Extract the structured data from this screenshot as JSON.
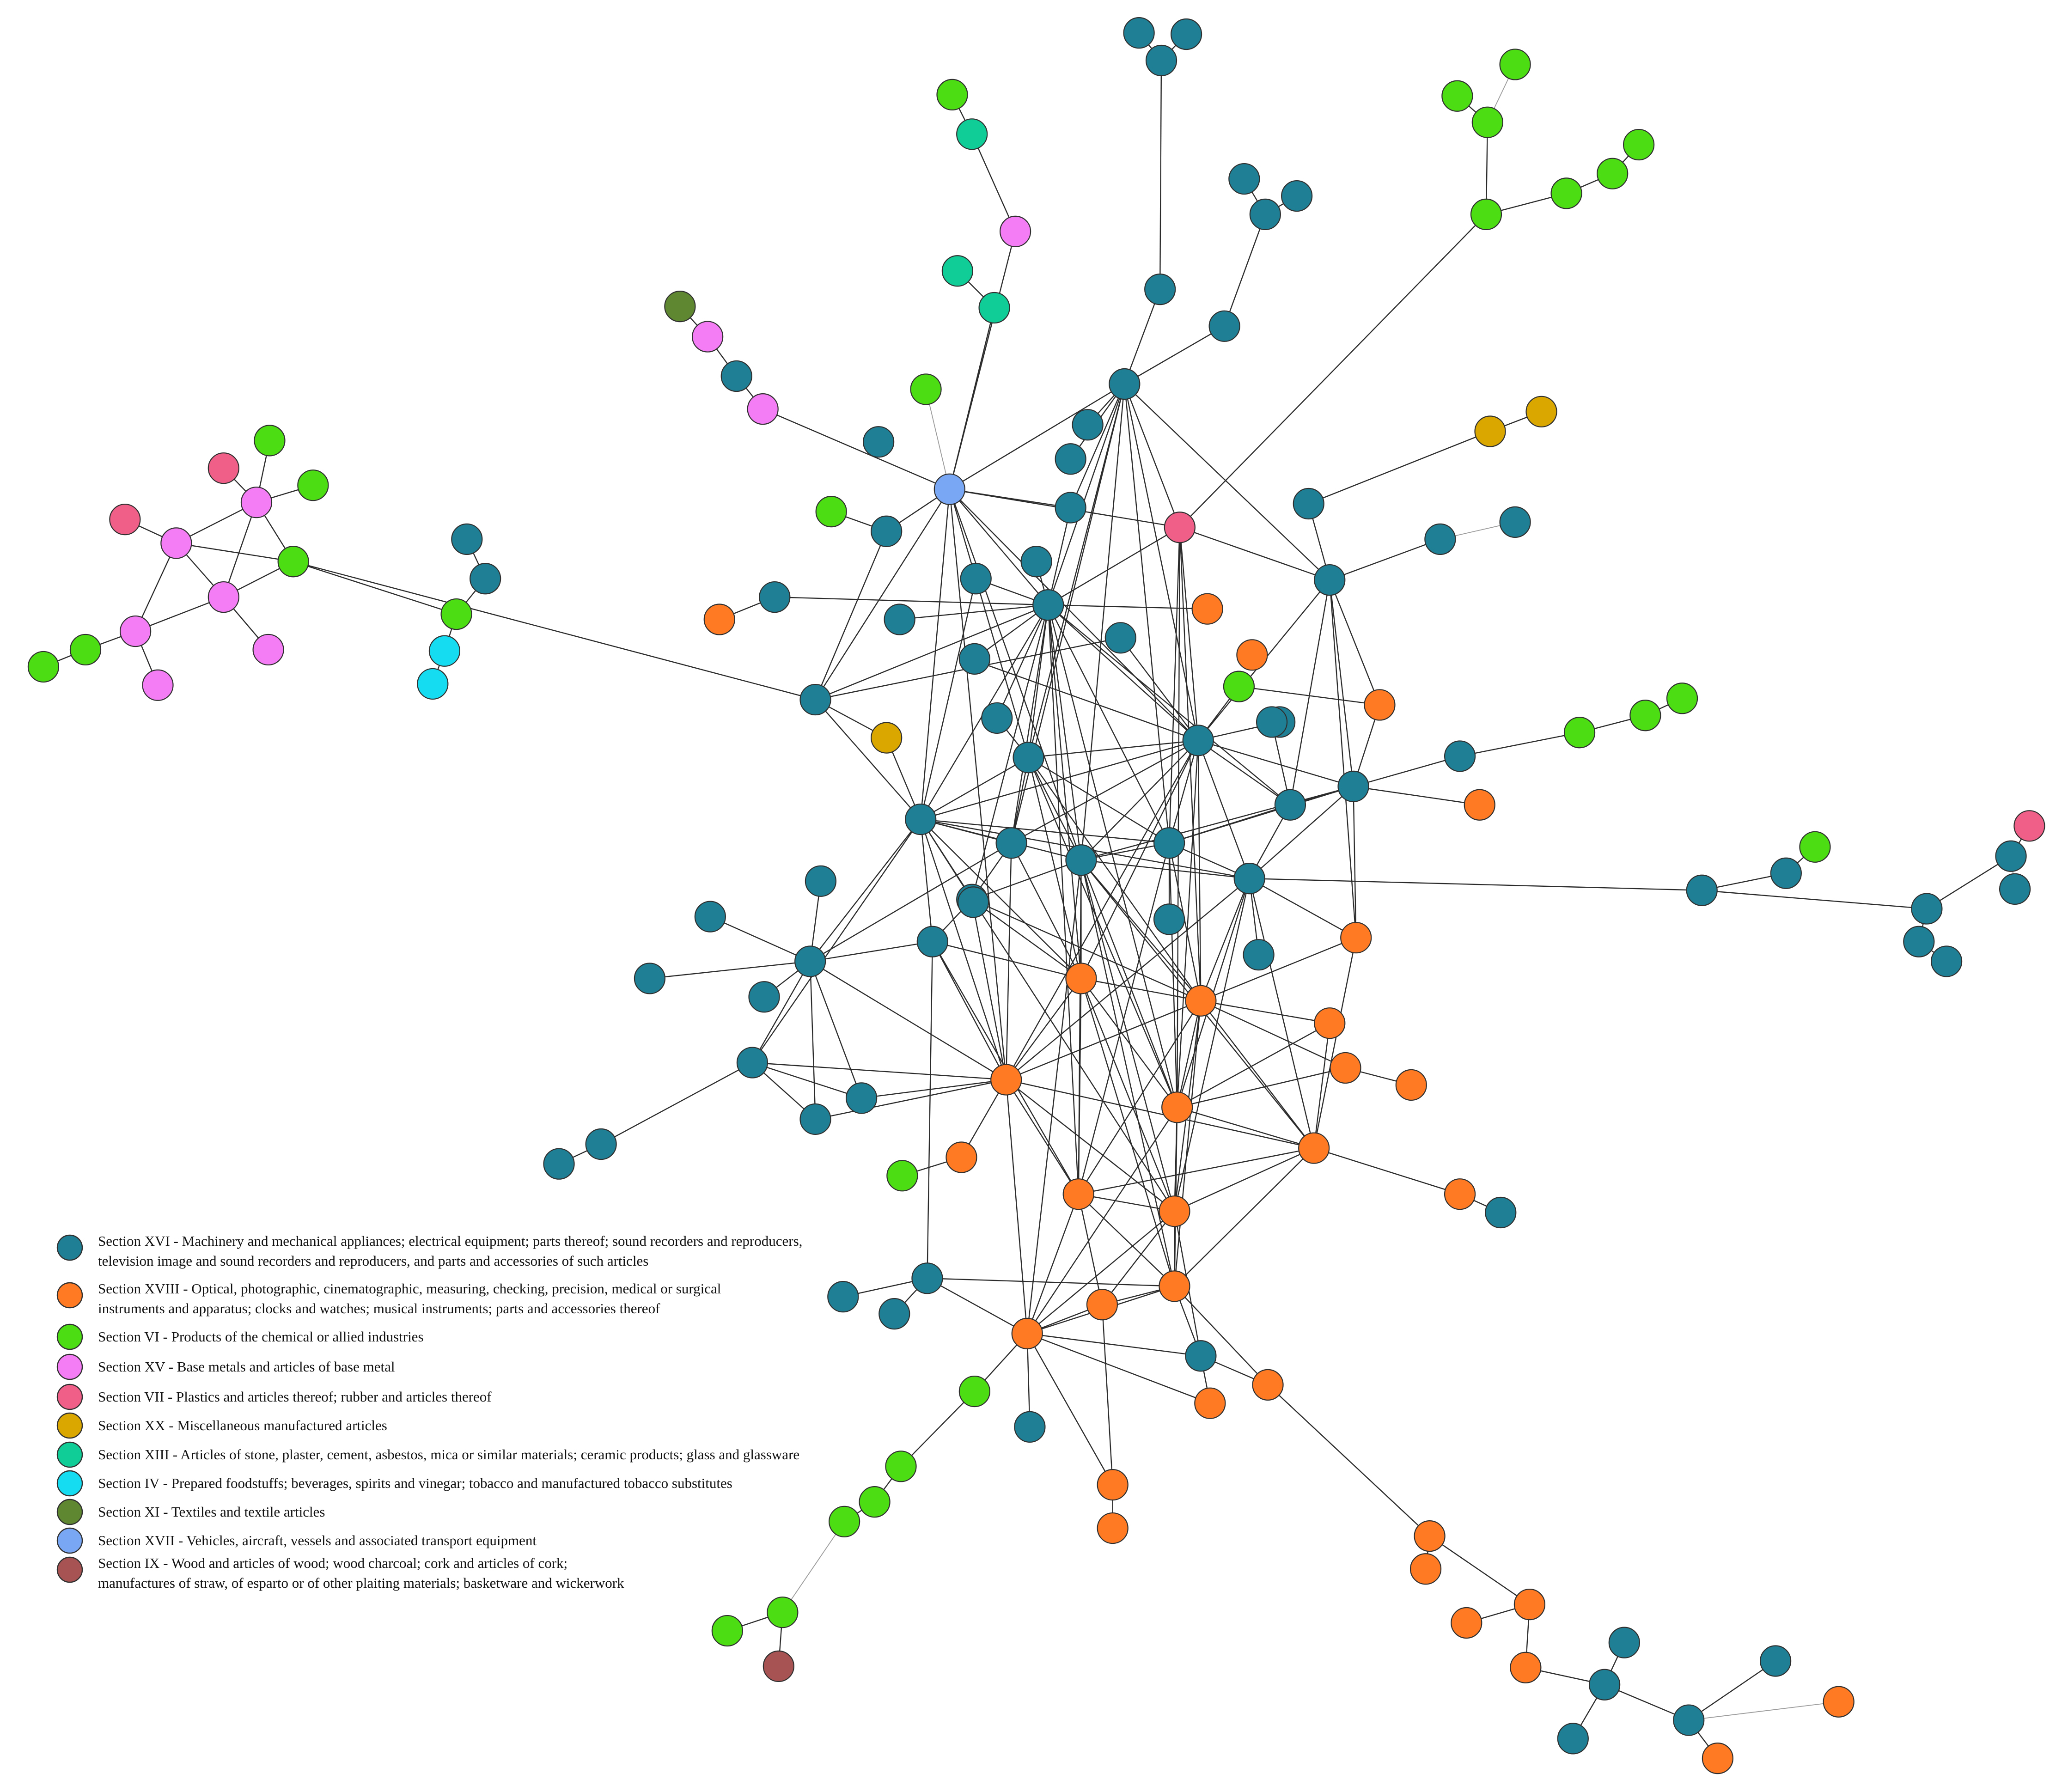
{
  "colors": {
    "s16": "#1f7f94",
    "s18": "#ff7a22",
    "s6": "#4cdd13",
    "s15": "#f47cf4",
    "s7": "#ef5f88",
    "s20": "#d9a700",
    "s13": "#10cd98",
    "s4": "#16dcf2",
    "s11": "#5f8732",
    "s17": "#7aa7f4",
    "s9": "#a85353"
  },
  "legend": [
    {
      "category": "s16",
      "lines": [
        "Section XVI - Machinery and mechanical appliances; electrical equipment; parts thereof; sound recorders and reproducers,",
        "television image and sound recorders and reproducers, and parts and accessories of such articles"
      ]
    },
    {
      "category": "s18",
      "lines": [
        "Section XVIII - Optical, photographic, cinematographic, measuring, checking, precision, medical or surgical",
        "instruments and apparatus; clocks and watches; musical instruments; parts and accessories thereof"
      ]
    },
    {
      "category": "s6",
      "lines": [
        "Section VI - Products of the chemical or allied industries"
      ]
    },
    {
      "category": "s15",
      "lines": [
        "Section XV - Base metals and articles of base metal"
      ]
    },
    {
      "category": "s7",
      "lines": [
        "Section VII - Plastics and articles thereof; rubber and articles thereof"
      ]
    },
    {
      "category": "s20",
      "lines": [
        "Section XX - Miscellaneous manufactured articles"
      ]
    },
    {
      "category": "s13",
      "lines": [
        "Section XIII - Articles of stone, plaster, cement, asbestos, mica or similar materials; ceramic products; glass and glassware"
      ]
    },
    {
      "category": "s4",
      "lines": [
        "Section IV - Prepared foodstuffs; beverages, spirits and vinegar; tobacco and manufactured tobacco substitutes"
      ]
    },
    {
      "category": "s11",
      "lines": [
        "Section XI - Textiles and textile articles"
      ]
    },
    {
      "category": "s17",
      "lines": [
        "Section XVII - Vehicles, aircraft, vessels and associated transport equipment"
      ]
    },
    {
      "category": "s9",
      "lines": [
        "Section IX - Wood and articles of wood; wood charcoal; cork and articles of cork;",
        "manufactures of straw, of esparto or of other plaiting materials; basketware and wickerwork"
      ]
    }
  ]
}
